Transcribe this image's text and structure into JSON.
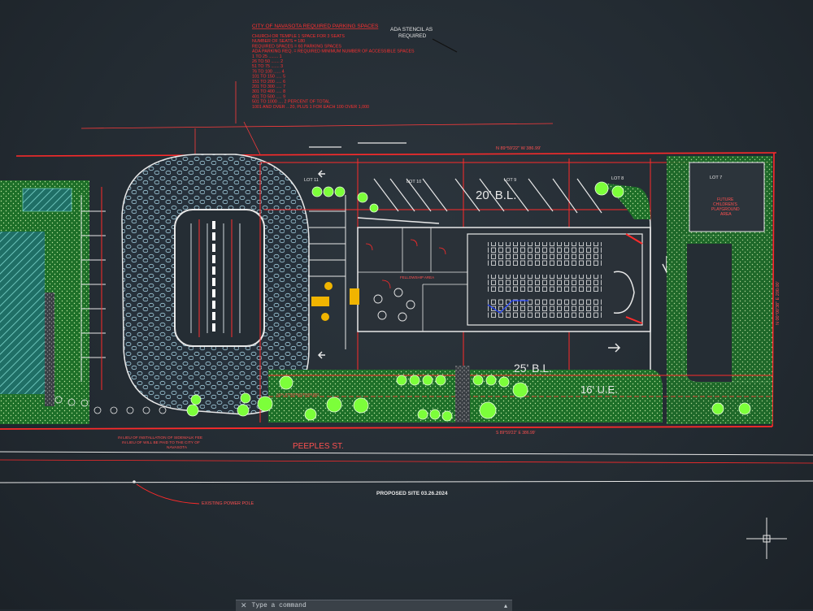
{
  "parking_calc": {
    "title": "CITY OF NAVASOTA REQUIRED PARKING SPACES",
    "lines": [
      "CHURCH OR TEMPLE 1 SPACE FOR 3 SEATS",
      "NUMBER OF SEATS = 180",
      "REQUIRED SPACES = 60 PARKING SPACES",
      "ADA PARKING REQ. = REQUIRED MINIMUM NUMBER OF ACCESSIBLE SPACES",
      "1 TO 25 ........ 1",
      "26 TO 50 ....... 2",
      "51 TO 75 ....... 3",
      "76 TO 100 ...... 4",
      "101 TO 150 ..... 5",
      "151 TO 200 ..... 6",
      "201 TO 300 ..... 7",
      "301 TO 400 ..... 8",
      "401 TO 500 ..... 9",
      "501 TO 1000 .... 2 PERCENT OF TOTAL",
      "1001 AND OVER .. 20, PLUS 1 FOR EACH 100 OVER 1,000"
    ]
  },
  "notes": {
    "ada_stencil": [
      "ADA STENCIL AS",
      "REQUIRED"
    ],
    "bearing_top": "N 89°59'22\" W 386.99'",
    "bearing_right": "N 00°00'38\" E 200.00'",
    "bearing_bottom": "S 89°59'22\" E 386.99'",
    "buffer_note": [
      "IN LIEU OF INSTALLATION OF SIDEWALK FEE",
      "IN LIEU OF WILL BE PAID TO THE CITY OF",
      "NAVASOTA"
    ],
    "ada_striping": "ADA STRIPING/PARKING",
    "existing_pole": "EXISTING POWER POLE"
  },
  "setbacks": {
    "rear_bl": "20' B.L.",
    "front_bl": "25' B.L.",
    "utility_easement": "16' U.E."
  },
  "lots": [
    "LOT 11",
    "LOT 10",
    "LOT 9",
    "LOT 8",
    "LOT 7"
  ],
  "future_area": [
    "FUTURE",
    "CHILDREN'S",
    "PLAYGROUND",
    "AREA"
  ],
  "building_label": "FELLOWSHIP AREA",
  "street_name": "PEEPLES ST.",
  "sheet_title": "PROPOSED SITE 03.26.2024",
  "command_line": {
    "placeholder": "Type a command",
    "close": "✕"
  },
  "colors": {
    "background": "#252d34",
    "property_line": "#ff2a2a",
    "grass": "#1f7a2a",
    "trees": "#7cff3a",
    "lines": "#e8e8e8",
    "accent": "#f0b400"
  }
}
